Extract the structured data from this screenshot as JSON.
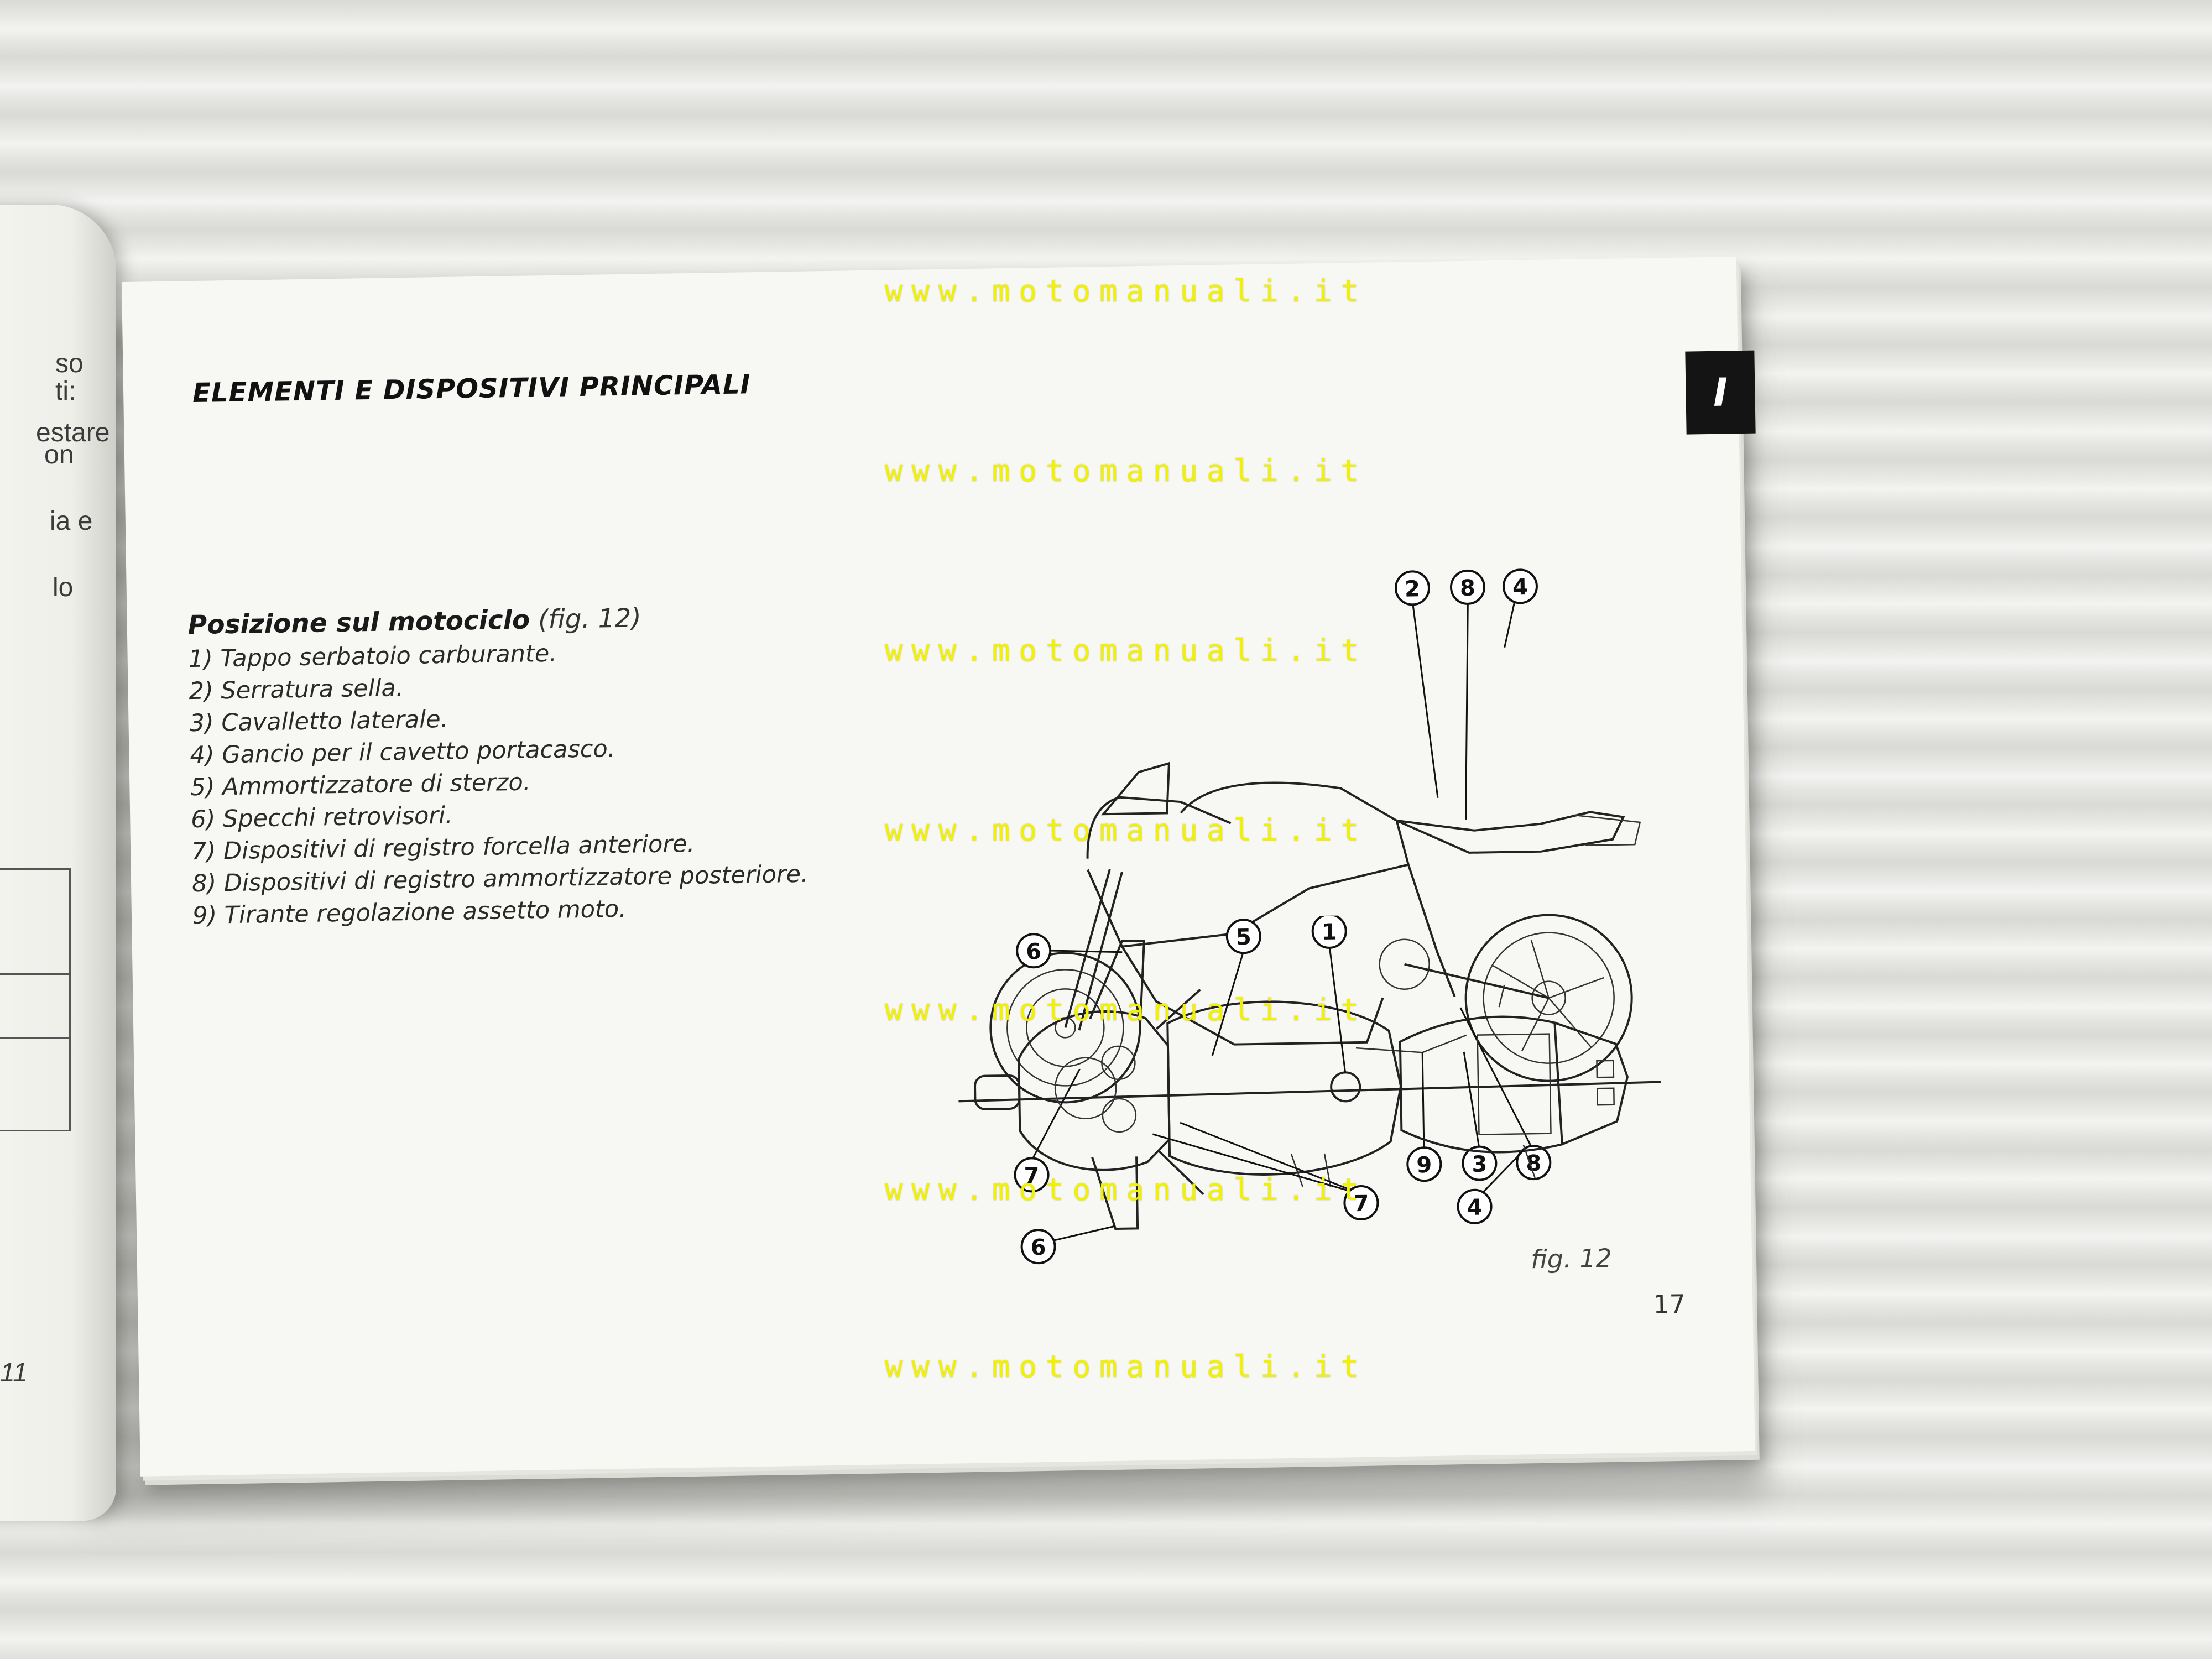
{
  "left_page": {
    "fragments": [
      "so",
      "ti:",
      "estare",
      "on",
      "ia e",
      "lo"
    ],
    "page_number": "11"
  },
  "page": {
    "section_title": "ELEMENTI E DISPOSITIVI PRINCIPALI",
    "tab_letter": "I",
    "subsection": {
      "title": "Posizione sul motociclo",
      "ref": "(fig. 12)"
    },
    "items": [
      "1) Tappo serbatoio carburante.",
      "2) Serratura sella.",
      "3) Cavalletto laterale.",
      "4) Gancio per il cavetto portacasco.",
      "5) Ammortizzatore di sterzo.",
      "6) Specchi retrovisori.",
      "7) Dispositivi di registro forcella anteriore.",
      "8) Dispositivi di registro ammortizzatore posteriore.",
      "9) Tirante regolazione assetto moto."
    ],
    "figure": {
      "caption": "fig. 12",
      "side_view_callouts": [
        "2",
        "8",
        "4",
        "7",
        "9",
        "3",
        "8"
      ],
      "top_view_callouts": [
        "6",
        "5",
        "1",
        "6",
        "7",
        "4"
      ]
    },
    "page_number": "17"
  },
  "watermark": {
    "text": "www.motomanuali.it",
    "color": "#f2f200"
  }
}
